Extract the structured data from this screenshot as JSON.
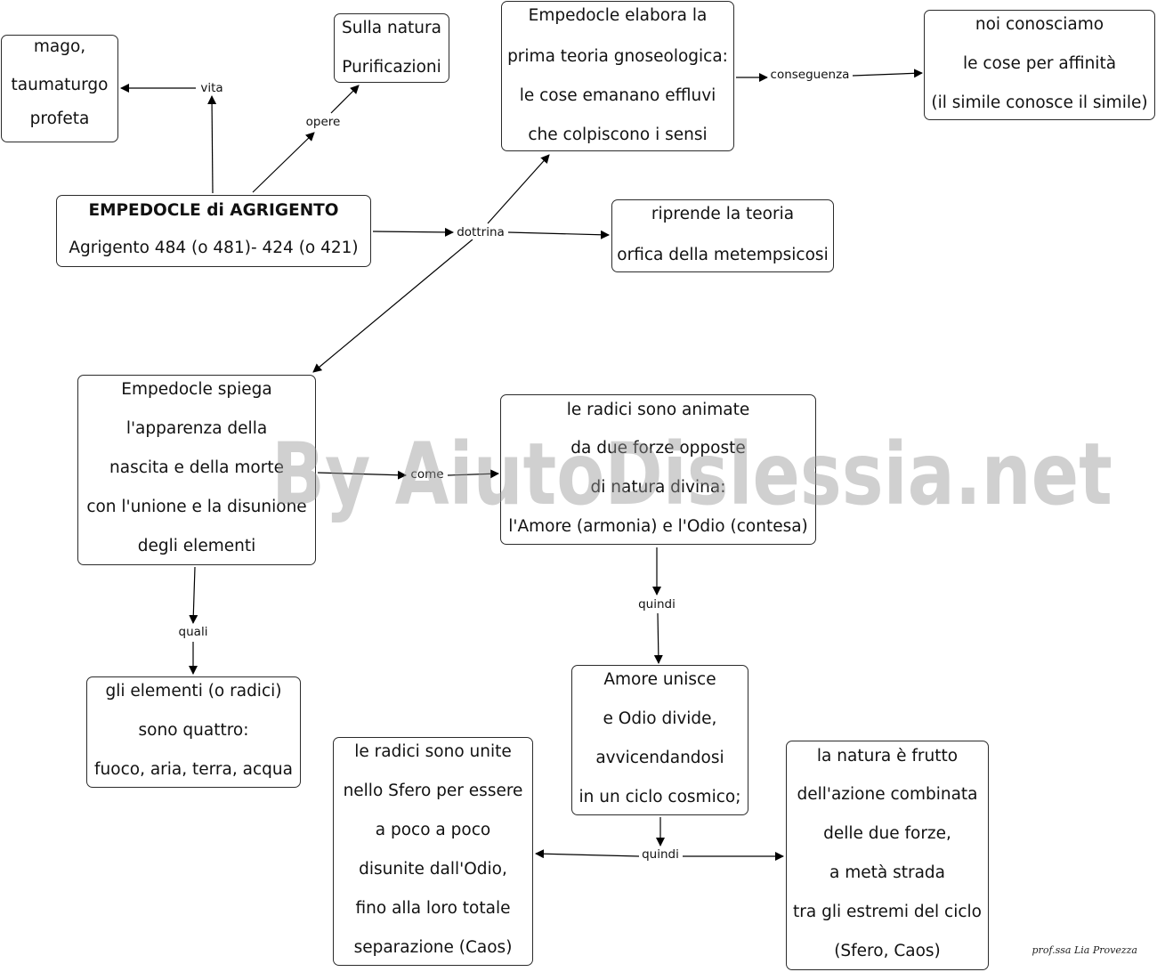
{
  "nodes": {
    "mago": {
      "lines": [
        "mago,",
        "taumaturgo",
        "profeta"
      ]
    },
    "opere": {
      "lines": [
        "Sulla natura",
        "Purificazioni"
      ]
    },
    "teoria_gnoseologica": {
      "lines": [
        "Empedocle elabora la",
        "prima teoria gnoseologica:",
        "le cose emanano effluvi",
        "che colpiscono i sensi"
      ]
    },
    "affinita": {
      "lines": [
        "noi conosciamo",
        "le cose per affinità",
        "(il simile conosce il simile)"
      ]
    },
    "empedocle": {
      "lines": [
        "EMPEDOCLE di  AGRIGENTO",
        "Agrigento 484 (o 481)- 424 (o 421)"
      ]
    },
    "metempsicosi": {
      "lines": [
        "riprende la teoria",
        "orfica della metempsicosi"
      ]
    },
    "spiega": {
      "lines": [
        "Empedocle spiega",
        "l'apparenza della",
        "nascita e della morte",
        "con l'unione e la disunione",
        "degli elementi"
      ]
    },
    "radici_animate": {
      "lines": [
        "le radici sono animate",
        "da due forze opposte",
        "di natura divina:",
        "l'Amore (armonia) e l'Odio (contesa)"
      ]
    },
    "elementi": {
      "lines": [
        "gli elementi (o radici)",
        "sono quattro:",
        "fuoco, aria, terra, acqua"
      ]
    },
    "amore_odio": {
      "lines": [
        "Amore unisce",
        "e Odio divide,",
        "avvicendandosi",
        "in un ciclo cosmico;"
      ]
    },
    "sfero": {
      "lines": [
        "le radici sono unite",
        "nello Sfero per essere",
        "a poco a poco",
        "disunite dall'Odio,",
        "fino alla loro totale",
        "separazione (Caos)"
      ]
    },
    "natura_frutto": {
      "lines": [
        "la natura è frutto",
        "dell'azione combinata",
        "delle  due forze,",
        "a metà strada",
        "tra gli estremi del ciclo",
        "(Sfero, Caos)"
      ]
    }
  },
  "edge_labels": {
    "vita": "vita",
    "opere": "opere",
    "conseguenza": "conseguenza",
    "dottrina": "dottrina",
    "come": "come",
    "quindi_1": "quindi",
    "quali": "quali",
    "quindi_2": "quindi"
  },
  "watermark": "By AiutoDislessia.net",
  "signature": "prof.ssa Lia Provezza"
}
